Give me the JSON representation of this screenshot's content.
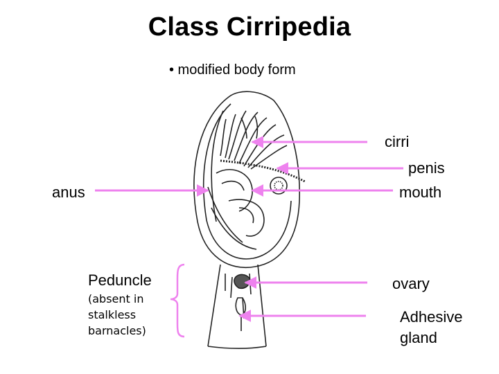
{
  "slide": {
    "title": "Class Cirripedia",
    "bullet": "• modified body form"
  },
  "labels": {
    "cirri": "cirri",
    "penis": "penis",
    "mouth": "mouth",
    "anus": "anus",
    "peduncle": "Peduncle",
    "peduncle_note_1": "(absent in",
    "peduncle_note_2": "stalkless",
    "peduncle_note_3": "barnacles)",
    "ovary": "ovary",
    "adhesive_1": "Adhesive",
    "adhesive_2": "gland"
  },
  "colors": {
    "arrow": "#ee82ee",
    "bracket": "#ee82ee",
    "drawing": "#222222"
  }
}
